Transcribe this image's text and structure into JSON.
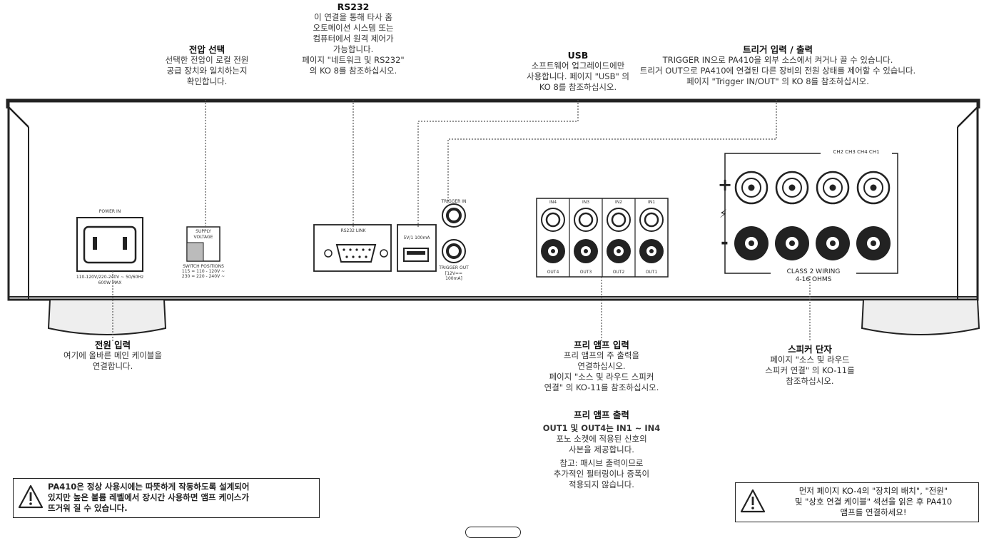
{
  "callouts": {
    "rs232": {
      "title": "RS232",
      "lines": [
        "이 연결을 통해 타사 홈",
        "오토메이션 시스템 또는",
        "컴퓨터에서 원격 제어가",
        "가능합니다.",
        "페이지 \"네트워크 및 RS232\"",
        "의 KO 8를 참조하십시오."
      ]
    },
    "voltage": {
      "title": "전압 선택",
      "lines": [
        "선택한 전압이 로컬 전원",
        "공급 장치와 일치하는지",
        "확인합니다."
      ]
    },
    "usb": {
      "title": "USB",
      "lines": [
        "소프트웨어 업그레이드에만",
        "사용합니다. 페이지 \"USB\" 의",
        "KO 8를 참조하십시오."
      ]
    },
    "trigger": {
      "title": "트리거 입력 / 출력",
      "lines": [
        "TRIGGER IN으로 PA410을 외부 소스에서 켜거나 끌 수 있습니다.",
        "트리거 OUT으로 PA410에 연결된 다른 장비의 전원 상태를 제어할 수 있습니다.",
        "페이지 \"Trigger IN/OUT\" 의 KO 8를 참조하십시오."
      ]
    },
    "power": {
      "title": "전원 입력",
      "lines": [
        "여기에 올바른 메인 케이블을",
        "연결합니다."
      ]
    },
    "preamp_in": {
      "title": "프리 앰프 입력",
      "lines": [
        "프리 앰프의 주 출력을",
        "연결하십시오.",
        "페이지 \"소스 및 라우드 스피커",
        "연결\" 의 KO-11를 참조하십시오."
      ]
    },
    "preamp_out": {
      "title": "프리 앰프 출력",
      "bold_line": "OUT1 및 OUT4는 IN1 ~ IN4",
      "lines": [
        "포노 소켓에 적용된 신호의",
        "사본을 제공합니다."
      ],
      "note": [
        "참고: 패시브 출력이므로",
        "추가적인 필터링이나 증폭이",
        "적용되지 않습니다."
      ]
    },
    "speaker": {
      "title": "스피커 단자",
      "lines": [
        "페이지 \"소스 및 라우드",
        "스피커 연결\" 의 KO-11를",
        "참조하십시오."
      ]
    }
  },
  "warnings": {
    "left": {
      "lines": [
        "PA410은 정상 사용시에는 따뜻하게 작동하도록 설계되어",
        "있지만 높은 볼륨 레벨에서 장시간 사용하면 앰프 케이스가",
        "뜨거워 질 수 있습니다."
      ]
    },
    "right": {
      "lines": [
        "먼저 페이지 KO-4의 \"장치의 배치\", \"전원\"",
        "및 \"상호 연결 케이블\" 섹션을 읽은 후 PA410",
        "앰프를 연결하세요!"
      ]
    }
  },
  "panel": {
    "power_inlet": "POWER IN",
    "power_rating": [
      "110-120V/220-240V ~ 50/60Hz",
      "600W MAX"
    ],
    "supply_voltage": [
      "SUPPLY",
      "VOLTAGE"
    ],
    "switch_positions": [
      "SWITCH POSITIONS",
      "115 = 110 - 120V ~",
      "230 = 220 - 240V ~"
    ],
    "rs232_label": "RS232 LINK",
    "usb_label": "5V/1 100mA",
    "trigger_in": "TRIGGER IN",
    "trigger_out": [
      "TRIGGER OUT",
      "[12V== 100mA]"
    ],
    "inputs": [
      "IN4",
      "IN3",
      "IN2",
      "IN1"
    ],
    "outputs": [
      "OUT4",
      "OUT3",
      "OUT2",
      "OUT1"
    ],
    "speaker_channels": "CH2 CH3 CH4 CH1",
    "plus": "+",
    "minus": "-",
    "bolt": "⚡",
    "class2": [
      "CLASS 2 WIRING",
      "4-16 OHMS"
    ]
  }
}
